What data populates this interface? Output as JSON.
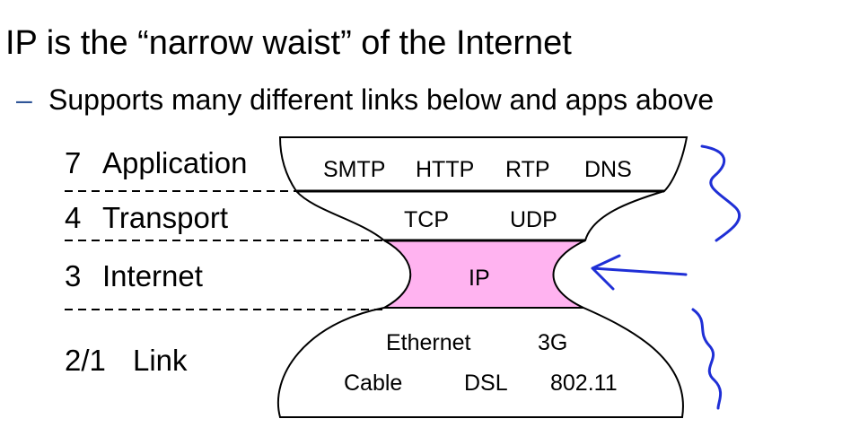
{
  "slide": {
    "title": "IP is the “narrow waist” of the Internet",
    "bullet_dash": "–",
    "bullet": "Supports many different links below and apps above"
  },
  "diagram": {
    "layers": [
      {
        "id": "application",
        "number": "7",
        "name": "Application",
        "protocols": [
          "SMTP",
          "HTTP",
          "RTP",
          "DNS"
        ]
      },
      {
        "id": "transport",
        "number": "4",
        "name": "Transport",
        "protocols": [
          "TCP",
          "UDP"
        ]
      },
      {
        "id": "internet",
        "number": "3",
        "name": "Internet",
        "protocols": [
          "IP"
        ]
      },
      {
        "id": "link",
        "number": "2/1",
        "name": "Link",
        "protocols": [
          "Ethernet",
          "3G",
          "Cable",
          "DSL",
          "802.11"
        ]
      }
    ],
    "colors": {
      "ip_fill": "#ffb3f0",
      "annotation_ink": "#1f2fd6",
      "bullet_dash": "#2f5597"
    },
    "annotations": [
      "upper-brace-squiggle",
      "arrow-pointing-at-ip",
      "lower-brace-squiggle"
    ]
  }
}
